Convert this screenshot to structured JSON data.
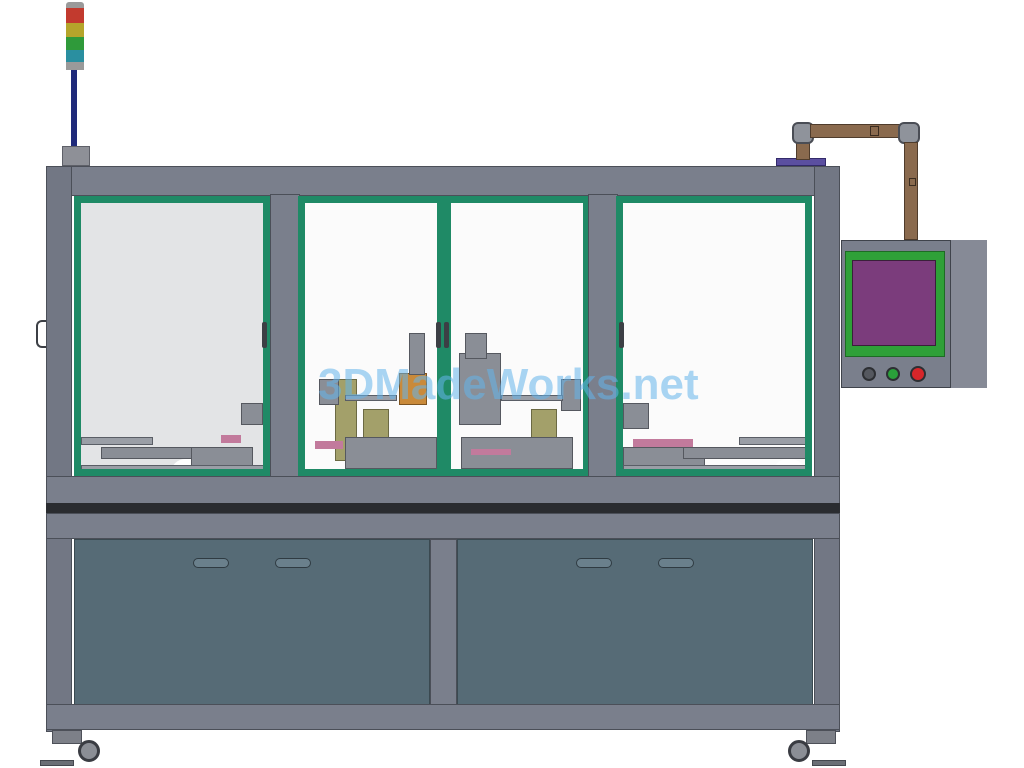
{
  "scene": {
    "description_label": "machine-front-view",
    "stack_light_colors": [
      "#c23a2e",
      "#b5a52b",
      "#2f9a3a",
      "#2a8fa0"
    ],
    "frame_color": "#7a7f8c",
    "door_frame_color": "#1f8a66",
    "cabinet_color": "#566b76",
    "screen_color": "#7b3c7c",
    "screen_bezel_color": "#2fa038",
    "pipe_color": "#8a6a4e",
    "watermark_text": "3DMadeWorks.net",
    "panel_buttons": [
      {
        "name": "gray-button",
        "color": "#55585f"
      },
      {
        "name": "green-button",
        "color": "#2aa03a"
      },
      {
        "name": "red-button",
        "color": "#d8262a"
      }
    ]
  }
}
